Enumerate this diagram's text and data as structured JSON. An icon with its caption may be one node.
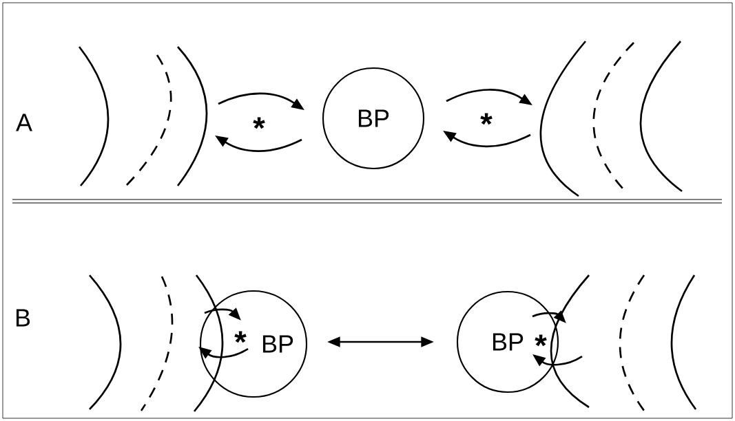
{
  "diagram": {
    "nodes": [
      {
        "text": [],
        "shape": "arc"
      },
      {
        "text": [
          "BP"
        ]
      },
      {
        "text": [],
        "shape": "arc"
      },
      {
        "text": [],
        "shape": "arc"
      },
      {
        "text": [
          "BP"
        ]
      },
      {
        "text": [
          "BP"
        ]
      },
      {
        "text": [],
        "shape": "arc"
      }
    ],
    "edges": [
      {
        "from": 0,
        "to": 1,
        "arrow": "to"
      },
      {
        "from": 1,
        "to": 0,
        "arrow": "to"
      },
      {
        "from": 1,
        "to": 2,
        "arrow": "to"
      },
      {
        "from": 2,
        "to": 1,
        "arrow": "to"
      },
      {
        "from": 3,
        "to": 4,
        "arrow": "to"
      },
      {
        "from": 4,
        "to": 3,
        "arrow": "to"
      },
      {
        "from": 4,
        "to": 5,
        "arrow": "both"
      },
      {
        "from": 5,
        "to": 6,
        "arrow": "to"
      },
      {
        "from": 6,
        "to": 5,
        "arrow": "to"
      }
    ],
    "labels": [
      "A",
      "*",
      "*",
      "B",
      "*",
      "*"
    ]
  }
}
